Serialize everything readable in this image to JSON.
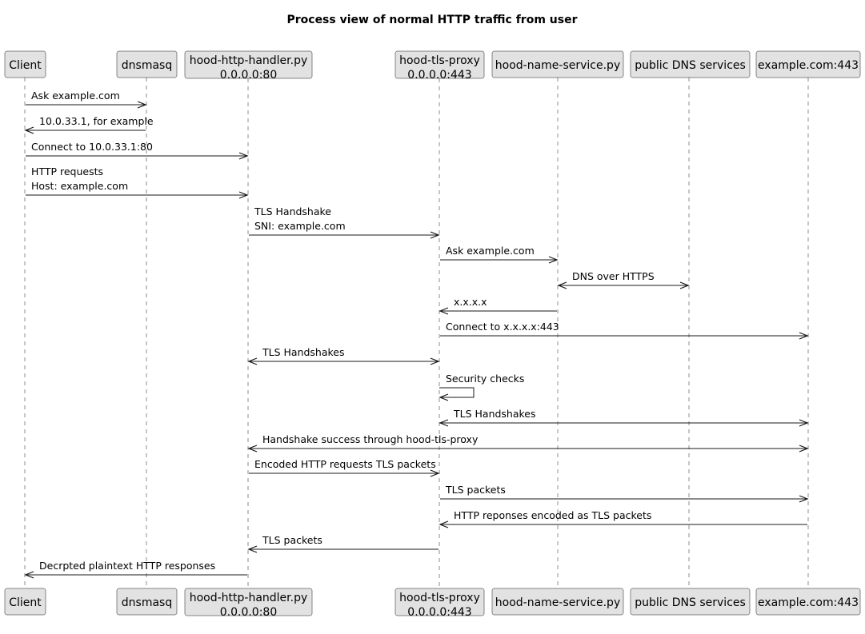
{
  "title": "Process view of normal HTTP traffic from user",
  "participants": [
    {
      "id": "client",
      "lines": [
        "Client"
      ]
    },
    {
      "id": "dnsmasq",
      "lines": [
        "dnsmasq"
      ]
    },
    {
      "id": "http",
      "lines": [
        "hood-http-handler.py",
        "0.0.0.0:80"
      ]
    },
    {
      "id": "tls",
      "lines": [
        "hood-tls-proxy",
        "0.0.0.0:443"
      ]
    },
    {
      "id": "ns",
      "lines": [
        "hood-name-service.py"
      ]
    },
    {
      "id": "pdns",
      "lines": [
        "public DNS services"
      ]
    },
    {
      "id": "ex",
      "lines": [
        "example.com:443"
      ]
    }
  ],
  "messages": [
    {
      "from": "client",
      "to": "dnsmasq",
      "dir": "right",
      "label": [
        "Ask example.com"
      ]
    },
    {
      "from": "dnsmasq",
      "to": "client",
      "dir": "left",
      "label": [
        "10.0.33.1, for example"
      ]
    },
    {
      "from": "client",
      "to": "http",
      "dir": "right",
      "label": [
        "Connect to 10.0.33.1:80"
      ]
    },
    {
      "from": "client",
      "to": "http",
      "dir": "right",
      "label": [
        "HTTP requests",
        "Host: example.com"
      ]
    },
    {
      "from": "http",
      "to": "tls",
      "dir": "right",
      "label": [
        "TLS Handshake",
        "SNI: example.com"
      ]
    },
    {
      "from": "tls",
      "to": "ns",
      "dir": "right",
      "label": [
        "Ask example.com"
      ]
    },
    {
      "from": "ns",
      "to": "pdns",
      "dir": "both",
      "label": [
        "DNS over HTTPS"
      ]
    },
    {
      "from": "ns",
      "to": "tls",
      "dir": "left",
      "label": [
        "x.x.x.x"
      ]
    },
    {
      "from": "tls",
      "to": "ex",
      "dir": "right",
      "label": [
        "Connect to x.x.x.x:443"
      ]
    },
    {
      "from": "tls",
      "to": "http",
      "dir": "both",
      "label": [
        "TLS Handshakes"
      ]
    },
    {
      "from": "tls",
      "to": "tls",
      "dir": "self",
      "label": [
        "Security checks"
      ]
    },
    {
      "from": "tls",
      "to": "ex",
      "dir": "both",
      "label": [
        "TLS Handshakes"
      ]
    },
    {
      "from": "http",
      "to": "ex",
      "dir": "both",
      "label": [
        "Handshake success through hood-tls-proxy"
      ]
    },
    {
      "from": "http",
      "to": "tls",
      "dir": "right",
      "label": [
        "Encoded HTTP requests TLS packets"
      ]
    },
    {
      "from": "tls",
      "to": "ex",
      "dir": "right",
      "label": [
        "TLS packets"
      ]
    },
    {
      "from": "ex",
      "to": "tls",
      "dir": "left",
      "label": [
        "HTTP reponses encoded as TLS packets"
      ]
    },
    {
      "from": "tls",
      "to": "http",
      "dir": "left",
      "label": [
        "TLS packets"
      ]
    },
    {
      "from": "http",
      "to": "client",
      "dir": "left",
      "label": [
        "Decrpted plaintext HTTP responses"
      ]
    }
  ]
}
